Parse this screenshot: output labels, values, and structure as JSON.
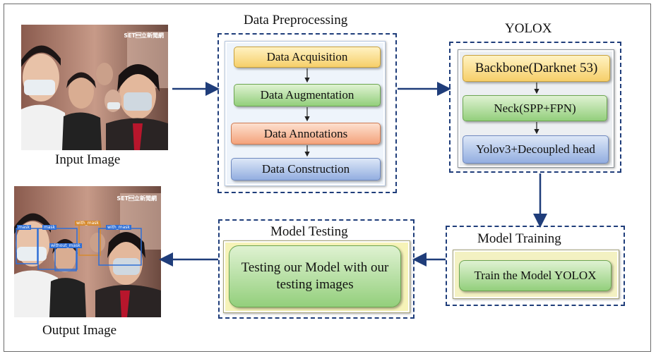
{
  "input": {
    "caption": "Input Image",
    "watermark": "SET\u0003立新聞網"
  },
  "output": {
    "caption": "Output Image",
    "watermark": "SET\u0003立新聞網",
    "detections": [
      "mask",
      "mask",
      "without_mask",
      "with_mask",
      "with_mask"
    ]
  },
  "preprocessing": {
    "title": "Data Preprocessing",
    "steps": [
      "Data Acquisition",
      "Data Augmentation",
      "Data Annotations",
      "Data Construction"
    ]
  },
  "yolox": {
    "title": "YOLOX",
    "steps": [
      "Backbone(Darknet 53)",
      "Neck(SPP+FPN)",
      "Yolov3+Decoupled head"
    ]
  },
  "training": {
    "title": "Model Training",
    "label": "Train the Model YOLOX"
  },
  "testing": {
    "title": "Model Testing",
    "label": "Testing our Model with our testing images"
  },
  "colors": {
    "arrow": "#1f3d7a",
    "dashed_border": "#1f3d7a",
    "yellow": "#f6cf6a",
    "green": "#93cf7c",
    "orange": "#f4a37c",
    "blue": "#93aee0",
    "detection_box": "#2f6fd6",
    "detection_box_alt": "#d68a2f"
  }
}
